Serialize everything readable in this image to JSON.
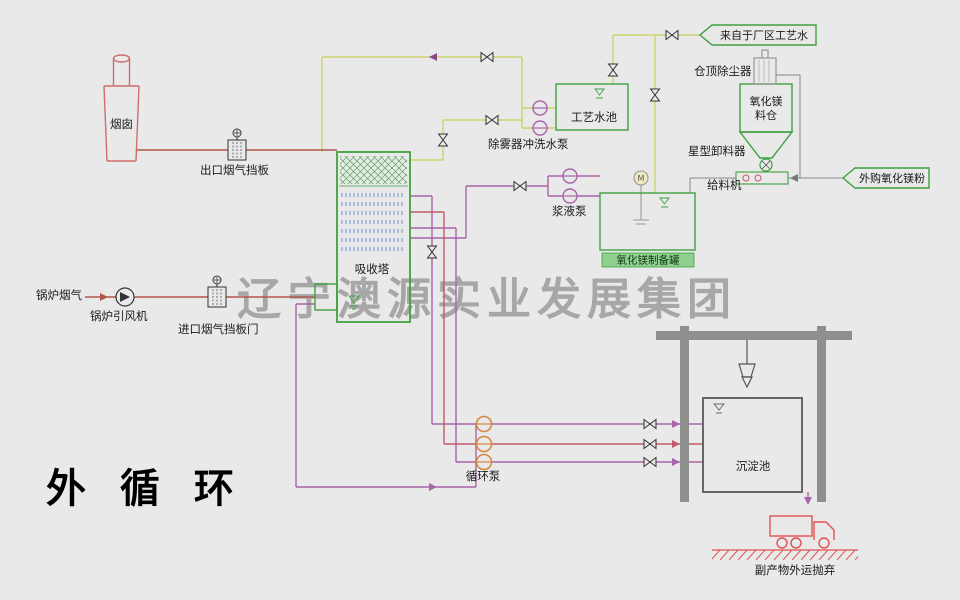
{
  "title": "外 循 环",
  "watermark": "辽宁澳源实业发展集团",
  "banners": {
    "process_water_source": "来自于厂区工艺水",
    "purchased_mgo": "外购氧化镁粉"
  },
  "equipment_labels": {
    "chimney": "烟囱",
    "outlet_damper": "出口烟气挡板",
    "boiler_flue_gas": "锅炉烟气",
    "boiler_fan": "锅炉引风机",
    "inlet_damper": "进口烟气挡板门",
    "absorber": "吸收塔",
    "process_water_pool": "工艺水池",
    "demister_flush_pump": "除雾器冲洗水泵",
    "silo_dust_collector": "仓顶除尘器",
    "mgo_silo_line1": "氧化镁",
    "mgo_silo_line2": "料仓",
    "star_feeder": "星型卸料器",
    "feeder": "给料机",
    "slurry_pump": "浆液泵",
    "mgo_prep_tank": "氧化镁制备罐",
    "circulation_pump": "循环泵",
    "settling_pond": "沉淀池",
    "byproduct": "副产物外运抛弃",
    "agitator_motor": "M"
  },
  "colors": {
    "background": "#e9e9e9",
    "equipment_green": "#3fa03f",
    "water_line": "#ccd36e",
    "slurry_line": "#a864a8",
    "slurry_line_red": "#c25b6a",
    "flue_line": "#b0574a",
    "tower_spray_blue": "#6b93d6",
    "structure_gray": "#8a8a8a",
    "truck_red": "#e05252",
    "pump_orange": "#d4883c",
    "watermark_gray": "#9c9c9c"
  }
}
